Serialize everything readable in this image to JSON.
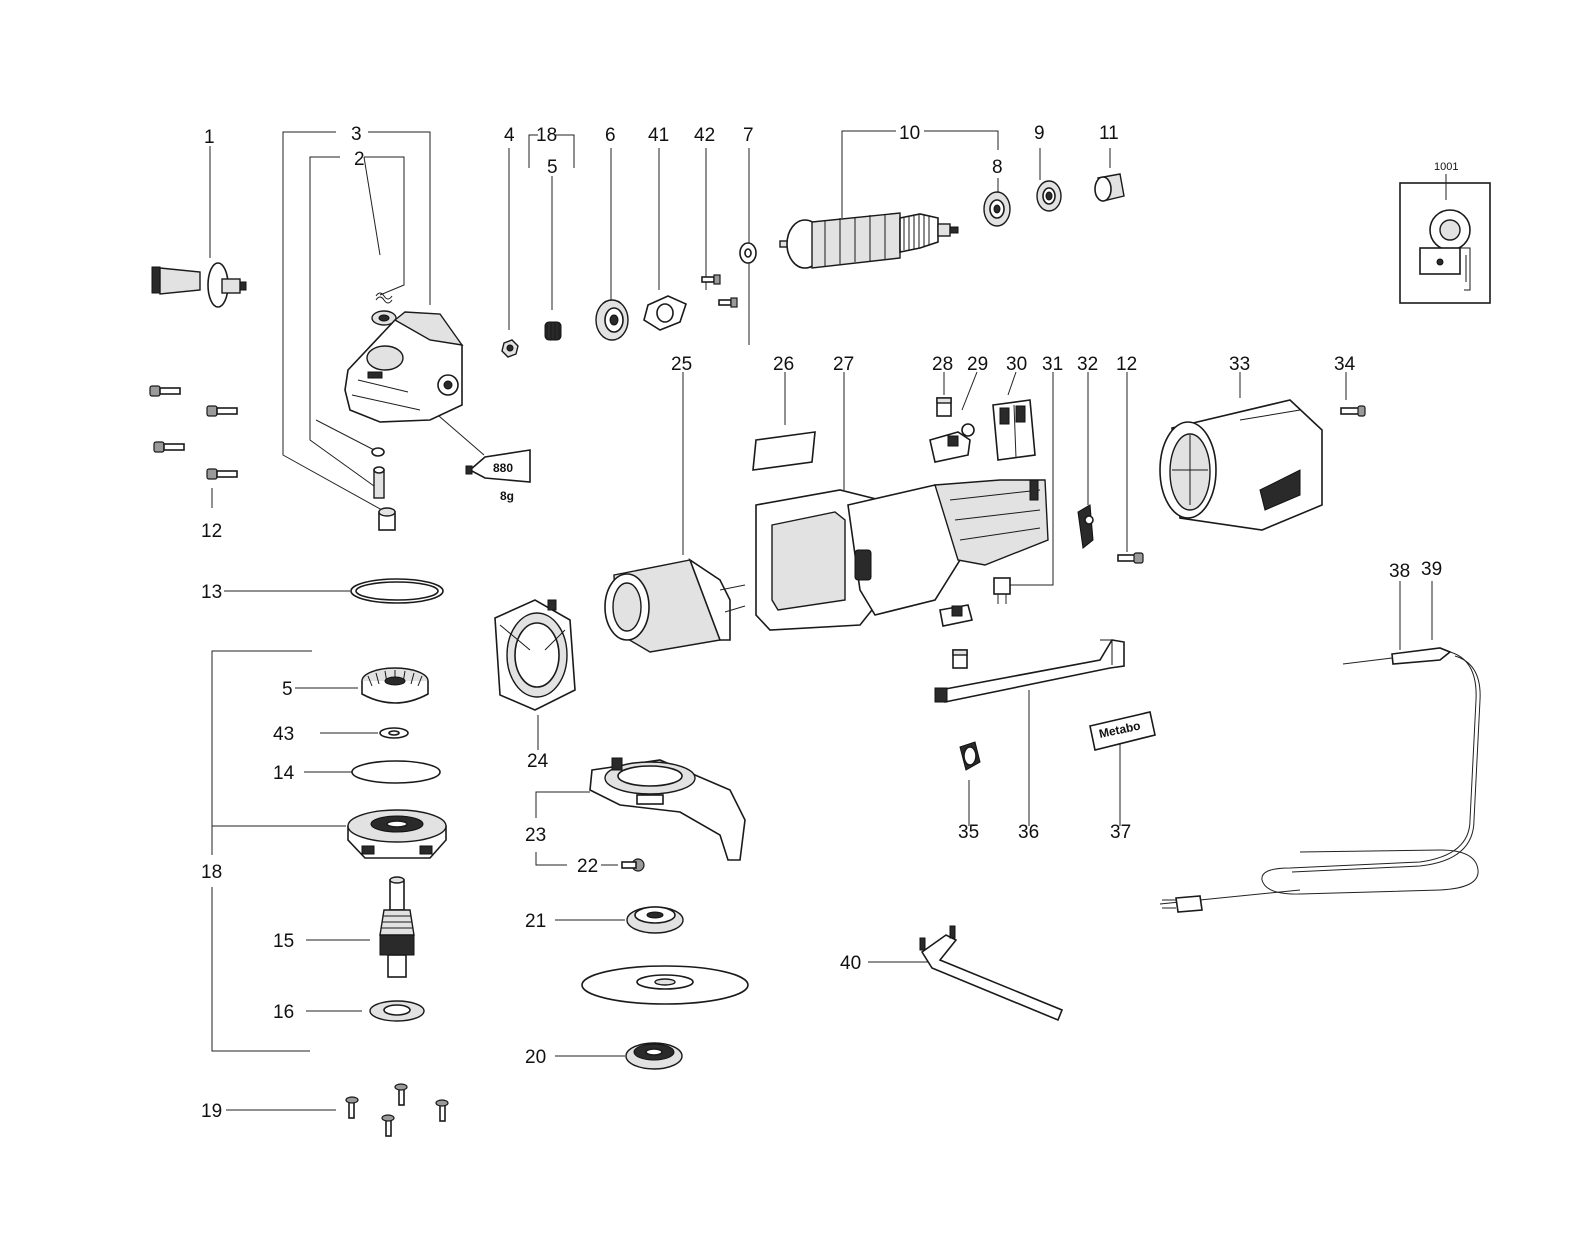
{
  "labels": {
    "n1": "1",
    "n2": "2",
    "n3": "3",
    "n4": "4",
    "n5a": "5",
    "n5b": "5",
    "n6": "6",
    "n7": "7",
    "n8": "8",
    "n9": "9",
    "n10": "10",
    "n11": "11",
    "n12a": "12",
    "n12b": "12",
    "n13": "13",
    "n14": "14",
    "n15": "15",
    "n16": "16",
    "n18a": "18",
    "n18b": "18",
    "n19": "19",
    "n20": "20",
    "n21": "21",
    "n22": "22",
    "n23": "23",
    "n24": "24",
    "n25": "25",
    "n26": "26",
    "n27": "27",
    "n28": "28",
    "n29": "29",
    "n30": "30",
    "n31": "31",
    "n32": "32",
    "n33": "33",
    "n34": "34",
    "n35": "35",
    "n36": "36",
    "n37": "37",
    "n38": "38",
    "n39": "39",
    "n40": "40",
    "n41": "41",
    "n42": "42",
    "n43": "43"
  },
  "inset_label": "1001",
  "grease_tube_code": "880",
  "grease_amount": "8g",
  "brand_label": "Metabo"
}
